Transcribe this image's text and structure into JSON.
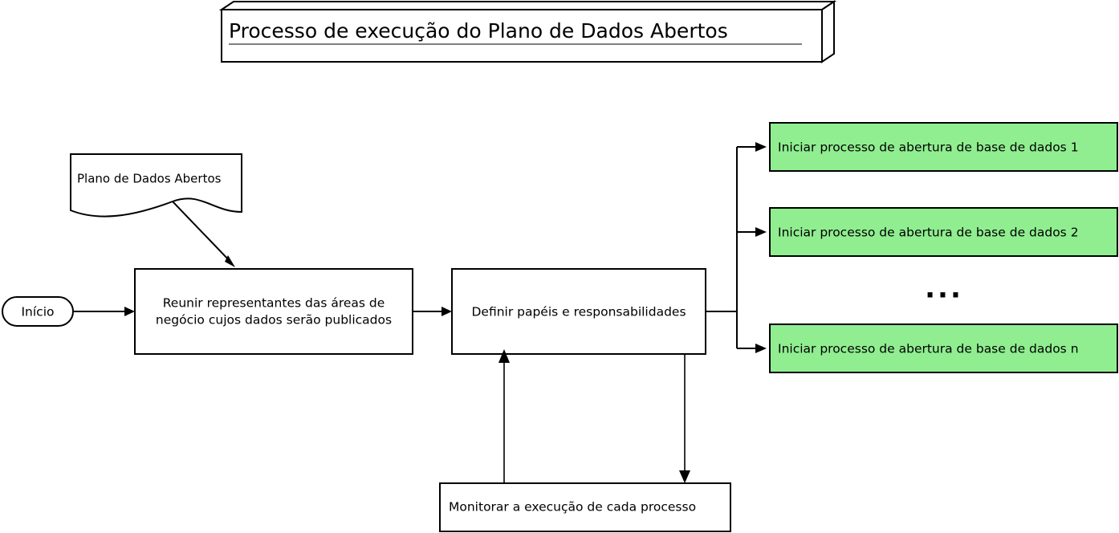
{
  "diagram": {
    "type": "flowchart",
    "language": "pt-BR",
    "title": "Processo de execução do Plano de Dados Abertos",
    "colors": {
      "background": "#ffffff",
      "stroke": "#000000",
      "node_fill": "#ffffff",
      "highlight_fill": "#90ee90",
      "title_underline": "#555555"
    },
    "nodes": {
      "title_banner": {
        "label": "Processo de execução do Plano de Dados Abertos",
        "shape": "3d-banner"
      },
      "document": {
        "label": "Plano de Dados Abertos",
        "shape": "document"
      },
      "start": {
        "label": "Início",
        "shape": "terminator"
      },
      "gather": {
        "label_line_1": "Reunir representantes das áreas de",
        "label_line_2": "negócio cujos dados serão publicados",
        "shape": "process"
      },
      "roles": {
        "label": "Definir papéis e responsabilidades",
        "shape": "process"
      },
      "monitor": {
        "label": "Monitorar a execução de cada processo",
        "shape": "process"
      },
      "ellipsis": {
        "label": "...",
        "shape": "text"
      }
    },
    "parallel_branches": [
      {
        "id": "branch-1",
        "label": "Iniciar processo de abertura de base de dados 1",
        "fill": "#90ee90"
      },
      {
        "id": "branch-2",
        "label": "Iniciar processo de abertura de base de dados 2",
        "fill": "#90ee90"
      },
      {
        "id": "branch-n",
        "label": "Iniciar processo de abertura de base de dados n",
        "fill": "#90ee90"
      }
    ],
    "edges": [
      {
        "from": "start",
        "to": "gather",
        "style": "solid-arrow"
      },
      {
        "from": "document",
        "to": "gather",
        "style": "solid-arrow"
      },
      {
        "from": "gather",
        "to": "roles",
        "style": "solid-arrow"
      },
      {
        "from": "roles",
        "to": "branch-1",
        "style": "solid-arrow"
      },
      {
        "from": "roles",
        "to": "branch-2",
        "style": "solid-arrow"
      },
      {
        "from": "roles",
        "to": "branch-n",
        "style": "solid-arrow"
      },
      {
        "from": "roles",
        "to": "monitor",
        "style": "solid-arrow"
      },
      {
        "from": "monitor",
        "to": "roles",
        "style": "solid-arrow"
      }
    ]
  }
}
